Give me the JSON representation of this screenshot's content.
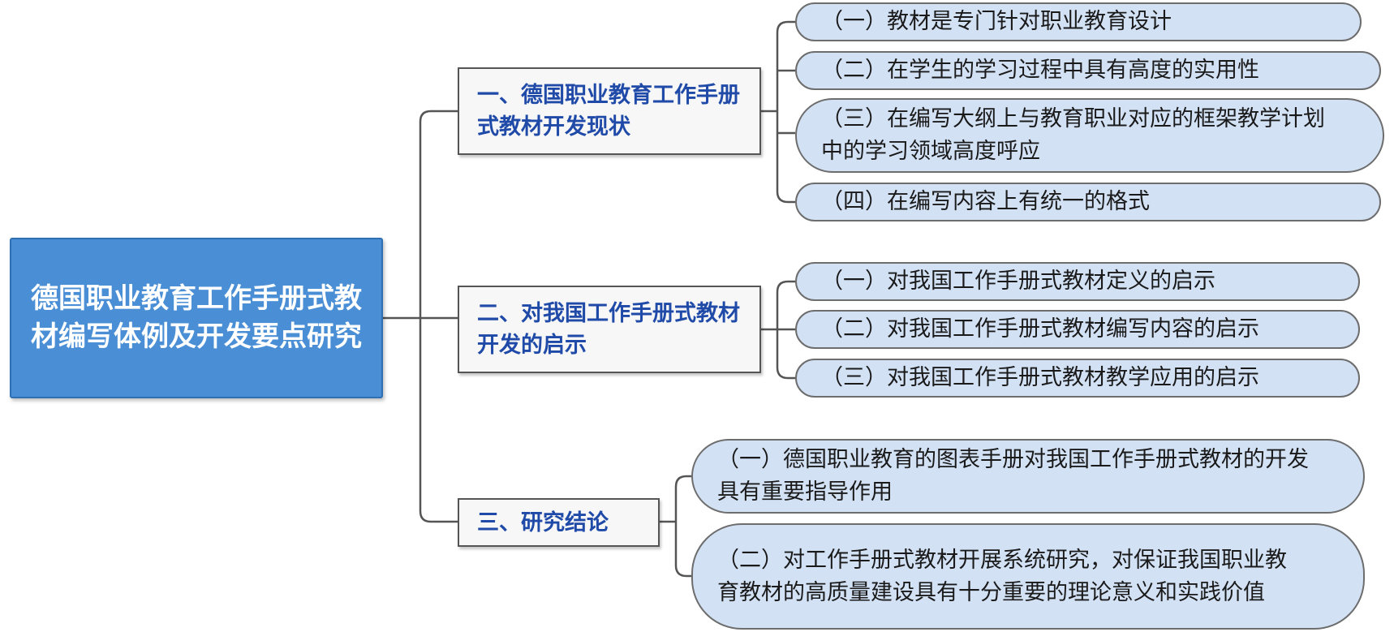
{
  "root": {
    "label": "德国职业教育工作手册式教材编写体例及开发要点研究"
  },
  "branches": [
    {
      "label": "一、德国职业教育工作手册式教材开发现状",
      "children": [
        "（一）教材是专门针对职业教育设计",
        "（二）在学生的学习过程中具有高度的实用性",
        "（三）在编写大纲上与教育职业对应的框架教学计划中的学习领域高度呼应",
        "（四）在编写内容上有统一的格式"
      ]
    },
    {
      "label": "二、对我国工作手册式教材开发的启示",
      "children": [
        "（一）对我国工作手册式教材定义的启示",
        "（二）对我国工作手册式教材编写内容的启示",
        "（三）对我国工作手册式教材教学应用的启示"
      ]
    },
    {
      "label": "三、研究结论",
      "children": [
        "（一）德国职业教育的图表手册对我国工作手册式教材的开发具有重要指导作用",
        "（二）对工作手册式教材开展系统研究，对保证我国职业教育教材的高质量建设具有十分重要的理论意义和实践价值"
      ]
    }
  ],
  "colors": {
    "root_fill": "#4a8fd6",
    "branch_text": "#1f4aa8",
    "leaf_fill": "#d3e1f5",
    "connector": "#555555"
  }
}
